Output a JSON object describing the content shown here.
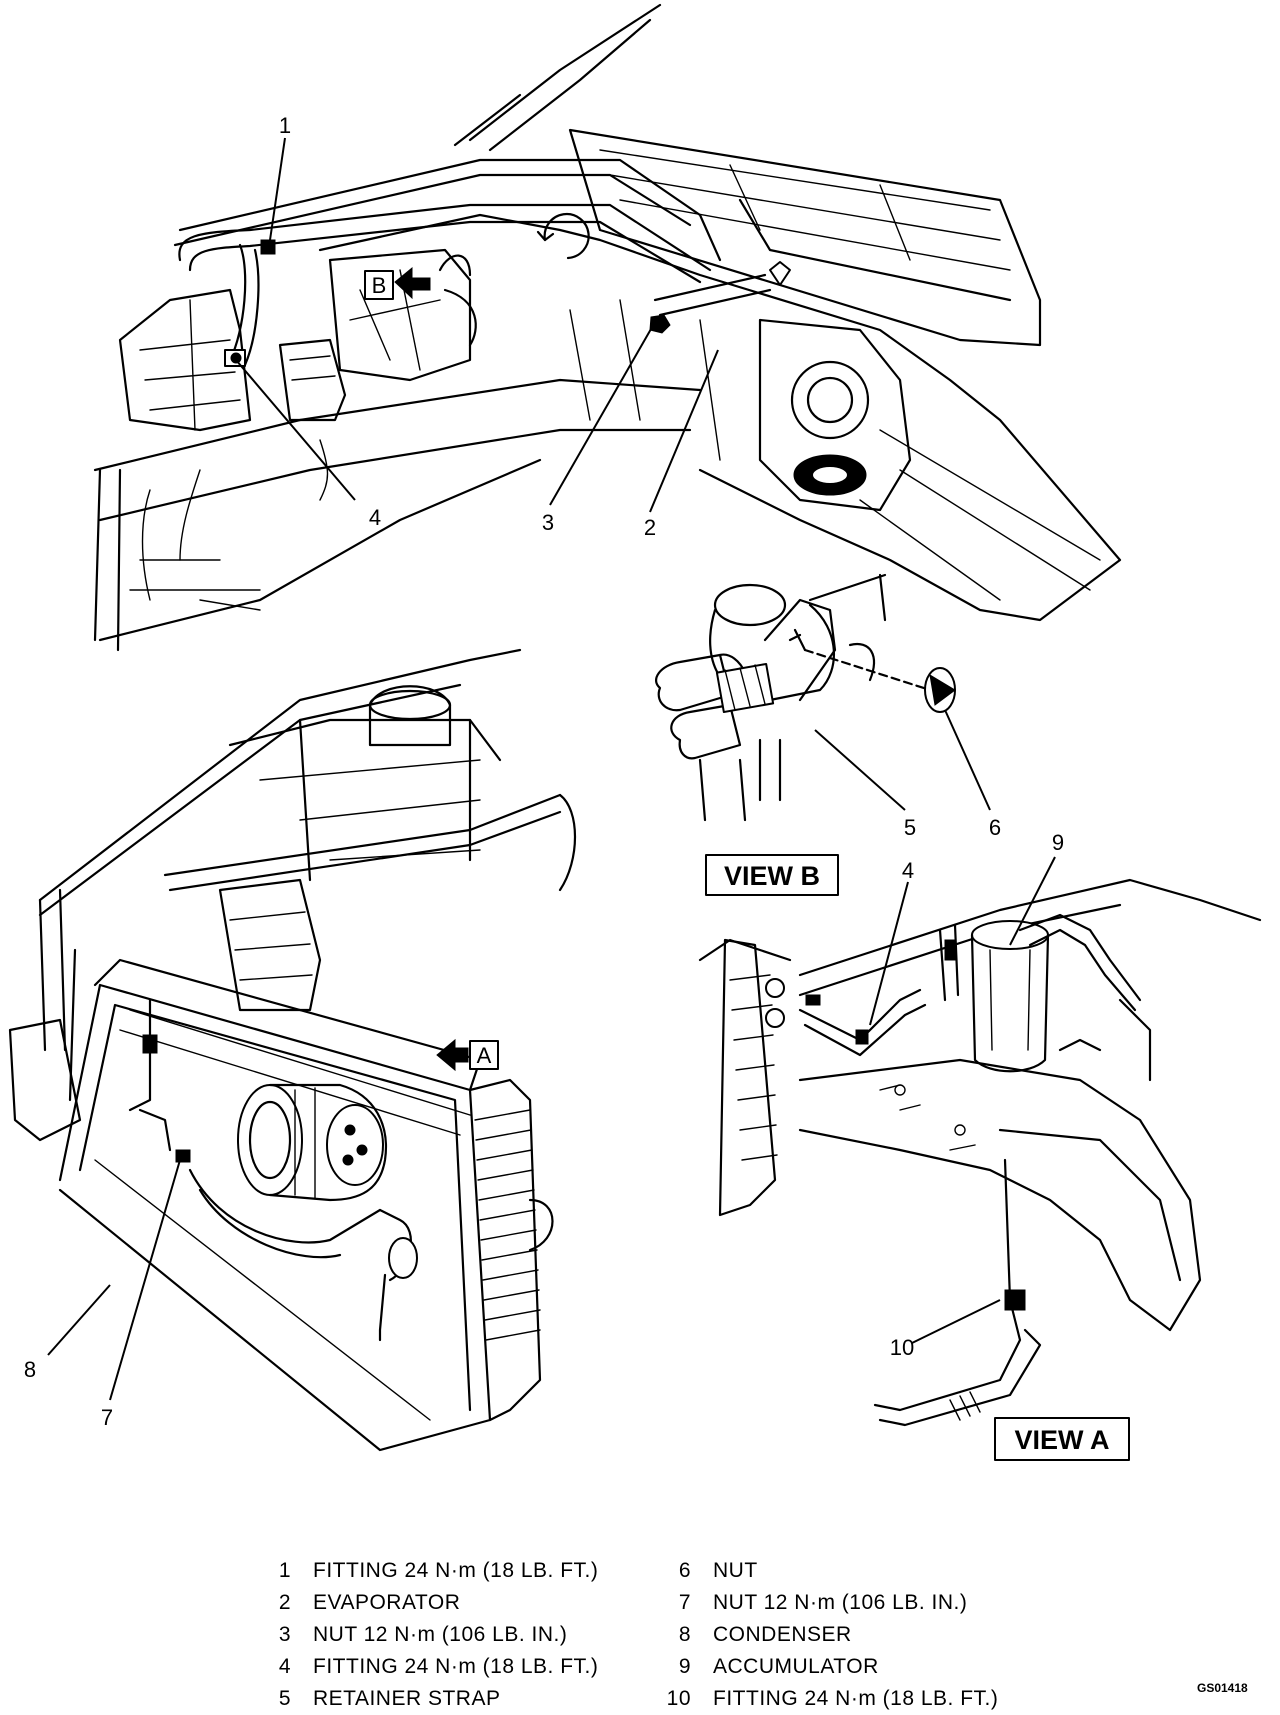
{
  "callouts": {
    "c1": "1",
    "c2": "2",
    "c3": "3",
    "c4": "4",
    "c5": "5",
    "c6": "6",
    "c7": "7",
    "c8": "8",
    "c4b": "4",
    "c9": "9",
    "c10": "10"
  },
  "view_markers": {
    "b_flag": "B",
    "a_flag": "A"
  },
  "view_titles": {
    "view_b": "VIEW B",
    "view_a": "VIEW A"
  },
  "legend": [
    {
      "num": "1",
      "text": "FITTING 24 N·m (18 LB. FT.)"
    },
    {
      "num": "2",
      "text": "EVAPORATOR"
    },
    {
      "num": "3",
      "text": "NUT 12 N·m (106 LB. IN.)"
    },
    {
      "num": "4",
      "text": "FITTING 24 N·m (18 LB. FT.)"
    },
    {
      "num": "5",
      "text": "RETAINER STRAP"
    },
    {
      "num": "6",
      "text": "NUT"
    },
    {
      "num": "7",
      "text": "NUT 12 N·m (106 LB. IN.)"
    },
    {
      "num": "8",
      "text": "CONDENSER"
    },
    {
      "num": "9",
      "text": "ACCUMULATOR"
    },
    {
      "num": "10",
      "text": "FITTING 24 N·m (18 LB. FT.)"
    }
  ],
  "figure_code": "GS01418"
}
